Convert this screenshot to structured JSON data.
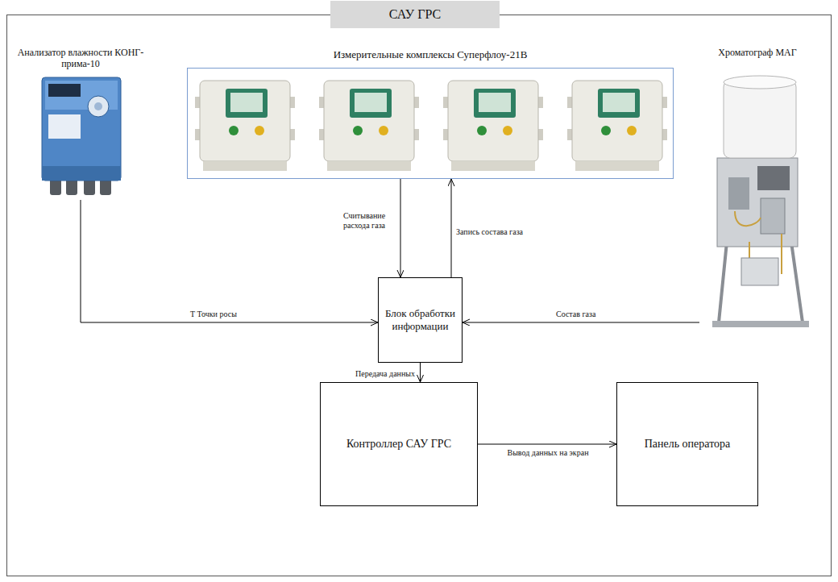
{
  "diagram": {
    "nodes": [
      {
        "text": [
          "САУ ГРС"
        ]
      },
      {
        "text": [
          "Анализатор влажности КОНГ-прима-10"
        ],
        "in": 0
      },
      {
        "text": [
          "Измерительные комплексы Суперфлоу-21В"
        ],
        "in": 0
      },
      {
        "text": [
          "Хроматограф МАГ"
        ],
        "in": 0
      },
      {
        "text": [
          "Блок обработки информации"
        ],
        "in": 0
      },
      {
        "text": [
          "Контроллер САУ ГРС"
        ],
        "in": 0
      },
      {
        "text": [
          "Панель оператора"
        ],
        "in": 0
      }
    ],
    "edges": [
      {
        "from": 2,
        "to": 4,
        "label": "Считывание расхода газа",
        "arrow": "to"
      },
      {
        "from": 4,
        "to": 2,
        "label": "Запись состава газа",
        "arrow": "to"
      },
      {
        "from": 1,
        "to": 4,
        "label": "Т Точки росы",
        "arrow": "to"
      },
      {
        "from": 3,
        "to": 4,
        "label": "Состав газа",
        "arrow": "to"
      },
      {
        "from": 4,
        "to": 5,
        "label": "Передача данных",
        "arrow": "to"
      },
      {
        "from": 5,
        "to": 6,
        "label": "Вывод данных на экран",
        "arrow": "to"
      }
    ]
  }
}
